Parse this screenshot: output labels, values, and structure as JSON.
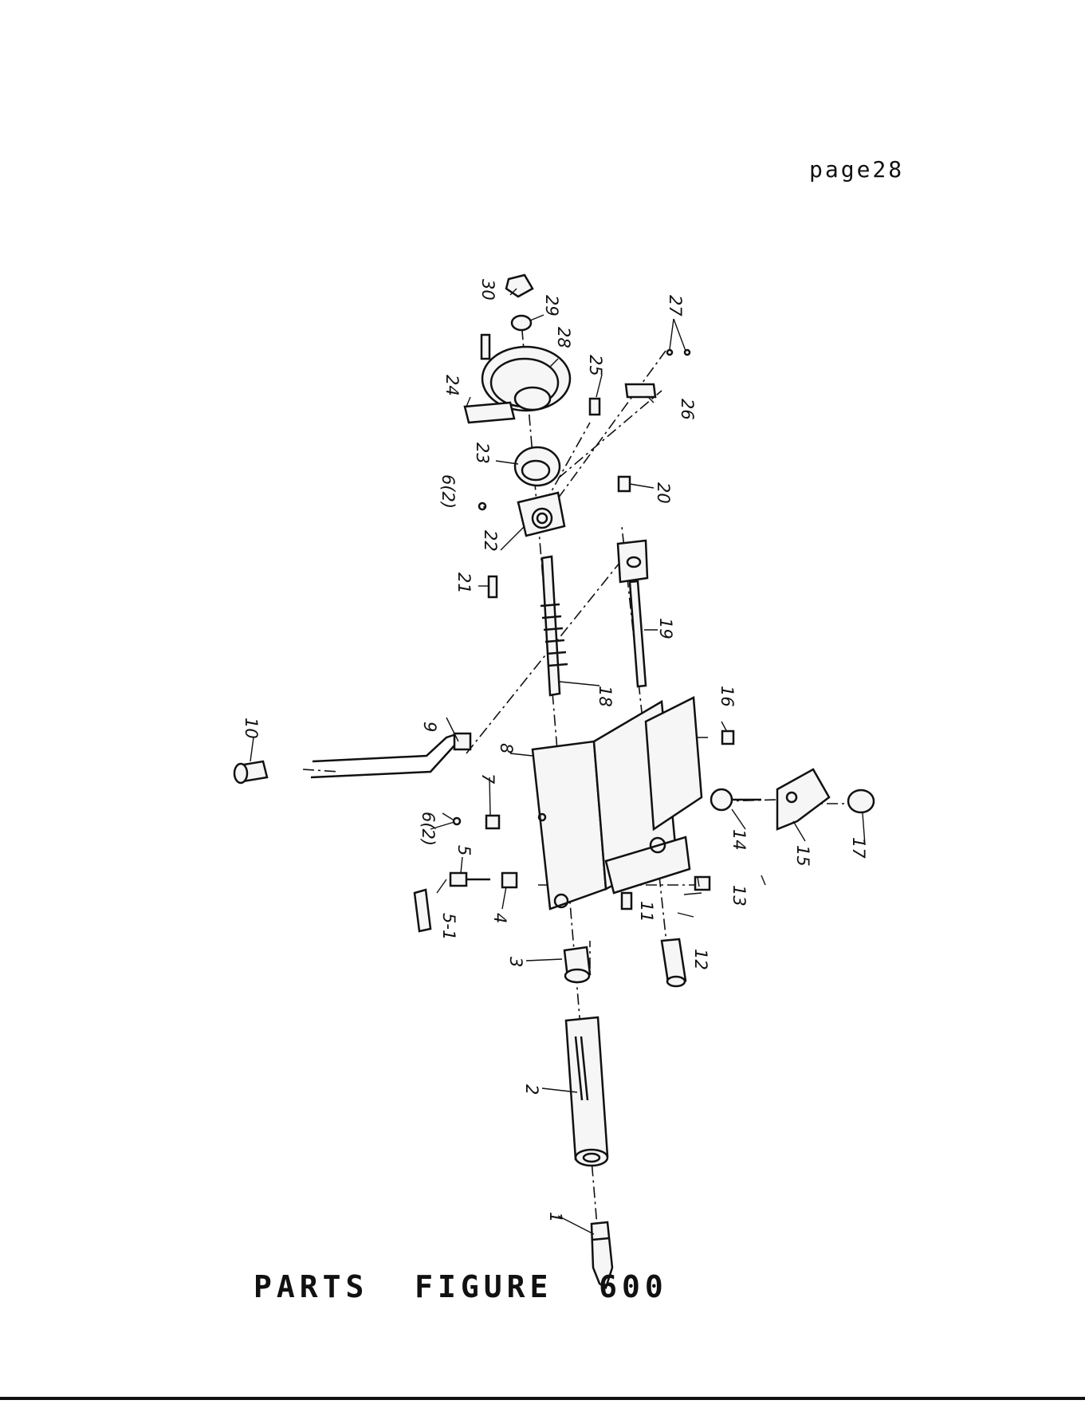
{
  "header": {
    "page_label": "page28"
  },
  "figure": {
    "title": "PARTS  FIGURE  600"
  },
  "parts": [
    {
      "id": "p1",
      "label": "1"
    },
    {
      "id": "p2",
      "label": "2"
    },
    {
      "id": "p3",
      "label": "3"
    },
    {
      "id": "p4",
      "label": "4"
    },
    {
      "id": "p5",
      "label": "5"
    },
    {
      "id": "p5-1",
      "label": "5-1"
    },
    {
      "id": "p6a",
      "label": "6(2)"
    },
    {
      "id": "p6b",
      "label": "6(2)"
    },
    {
      "id": "p7",
      "label": "7"
    },
    {
      "id": "p8",
      "label": "8"
    },
    {
      "id": "p9",
      "label": "9"
    },
    {
      "id": "p10",
      "label": "10"
    },
    {
      "id": "p11",
      "label": "11"
    },
    {
      "id": "p12",
      "label": "12"
    },
    {
      "id": "p13",
      "label": "13"
    },
    {
      "id": "p14",
      "label": "14"
    },
    {
      "id": "p15",
      "label": "15"
    },
    {
      "id": "p16",
      "label": "16"
    },
    {
      "id": "p17",
      "label": "17"
    },
    {
      "id": "p18",
      "label": "18"
    },
    {
      "id": "p19",
      "label": "19"
    },
    {
      "id": "p20",
      "label": "20"
    },
    {
      "id": "p21",
      "label": "21"
    },
    {
      "id": "p22",
      "label": "22"
    },
    {
      "id": "p23",
      "label": "23"
    },
    {
      "id": "p24",
      "label": "24"
    },
    {
      "id": "p25",
      "label": "25"
    },
    {
      "id": "p26",
      "label": "26"
    },
    {
      "id": "p27",
      "label": "27"
    },
    {
      "id": "p28",
      "label": "28"
    },
    {
      "id": "p29",
      "label": "29"
    },
    {
      "id": "p30",
      "label": "30"
    }
  ]
}
